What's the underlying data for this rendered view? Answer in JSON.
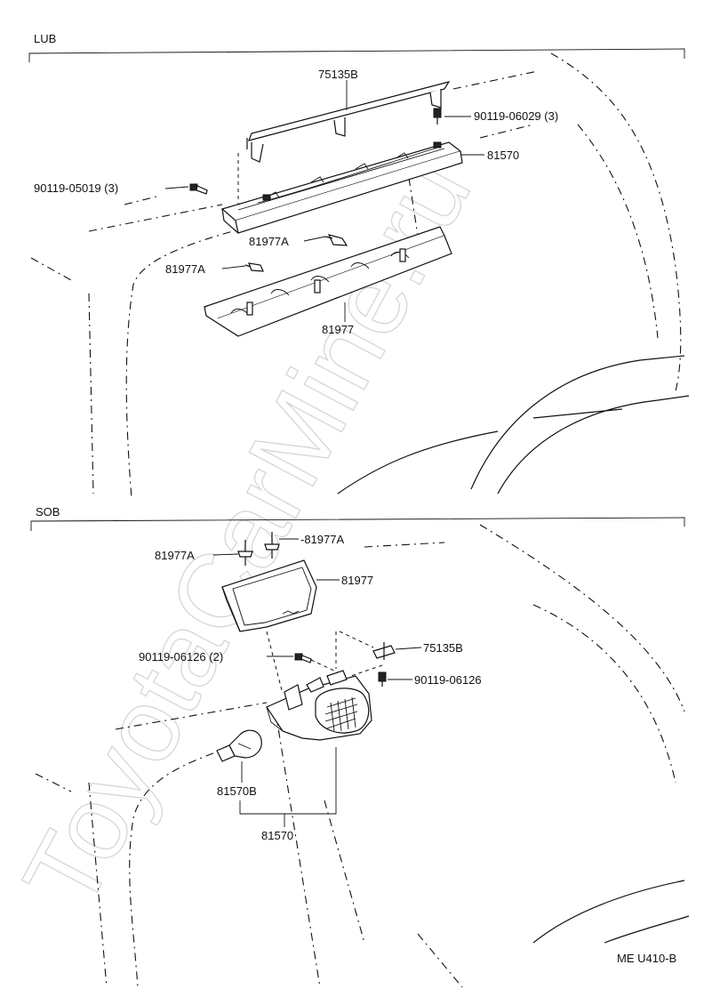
{
  "sections": {
    "upper": "LUB",
    "lower": "SOB"
  },
  "upper_labels": {
    "bracket": "75135B",
    "screw_right": "90119-06029 (3)",
    "lamp_housing": "81570",
    "screw_left": "90119-05019 (3)",
    "clip_a1": "81977A",
    "clip_a2": "81977A",
    "cover": "81977"
  },
  "lower_labels": {
    "clip_left": "81977A",
    "clip_right": "-81977A",
    "cover": "81977",
    "screw_2": "90119-06126 (2)",
    "bracket": "75135B",
    "screw_1": "90119-06126",
    "bulb": "81570B",
    "lamp_assy": "81570"
  },
  "watermark": "ToyotaCarMine.ru",
  "diagram_code": "ME U410-B"
}
